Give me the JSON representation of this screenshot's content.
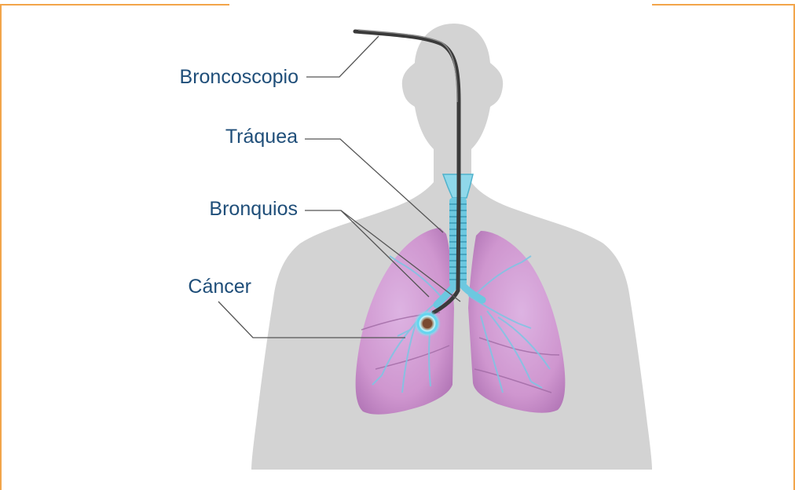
{
  "labels": {
    "broncoscopio": "Broncoscopio",
    "traquea": "Tráquea",
    "bronquios": "Bronquios",
    "cancer": "Cáncer"
  },
  "colors": {
    "frame_accent": "#f2a54a",
    "label_text": "#1f4e79",
    "silhouette": "#d3d3d3",
    "lung_fill": "#d8a6d6",
    "airway": "#6cc8e0",
    "leader_line": "#555555",
    "tumor_core": "#8a5a3c",
    "tumor_glow": "#7fe0f0"
  }
}
